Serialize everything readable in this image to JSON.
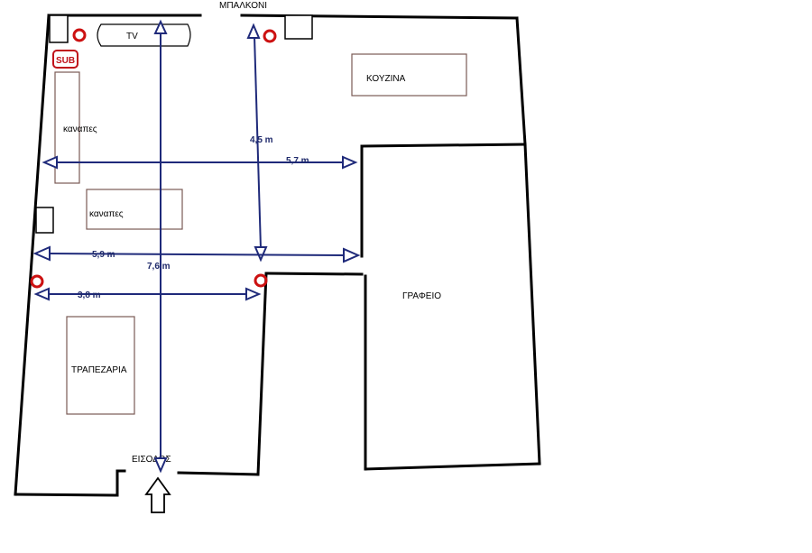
{
  "labels": {
    "balcony": "ΜΠΑΛΚΟΝΙ",
    "tv": "TV",
    "sub": "SUB",
    "kitchen": "ΚΟΥΖΙΝΑ",
    "sofa_1": "καναπες",
    "sofa_2": "καναπες",
    "dining": "ΤΡΑΠΕΖΑΡΙΑ",
    "office": "ΓΡΑΦΕΙΟ",
    "entrance": "ΕΙΣΟΔΟΣ"
  },
  "dimensions": {
    "d_4_5": "4,5 m",
    "d_5_7": "5,7 m",
    "d_5_9": "5,9 m",
    "d_7_6": "7,6 m",
    "d_3_8": "3,8 m"
  },
  "colors": {
    "wall": "#000000",
    "dimension_arrow": "#1f2a7a",
    "speaker": "#cc1111",
    "furniture_outline": "#7a5a55"
  }
}
